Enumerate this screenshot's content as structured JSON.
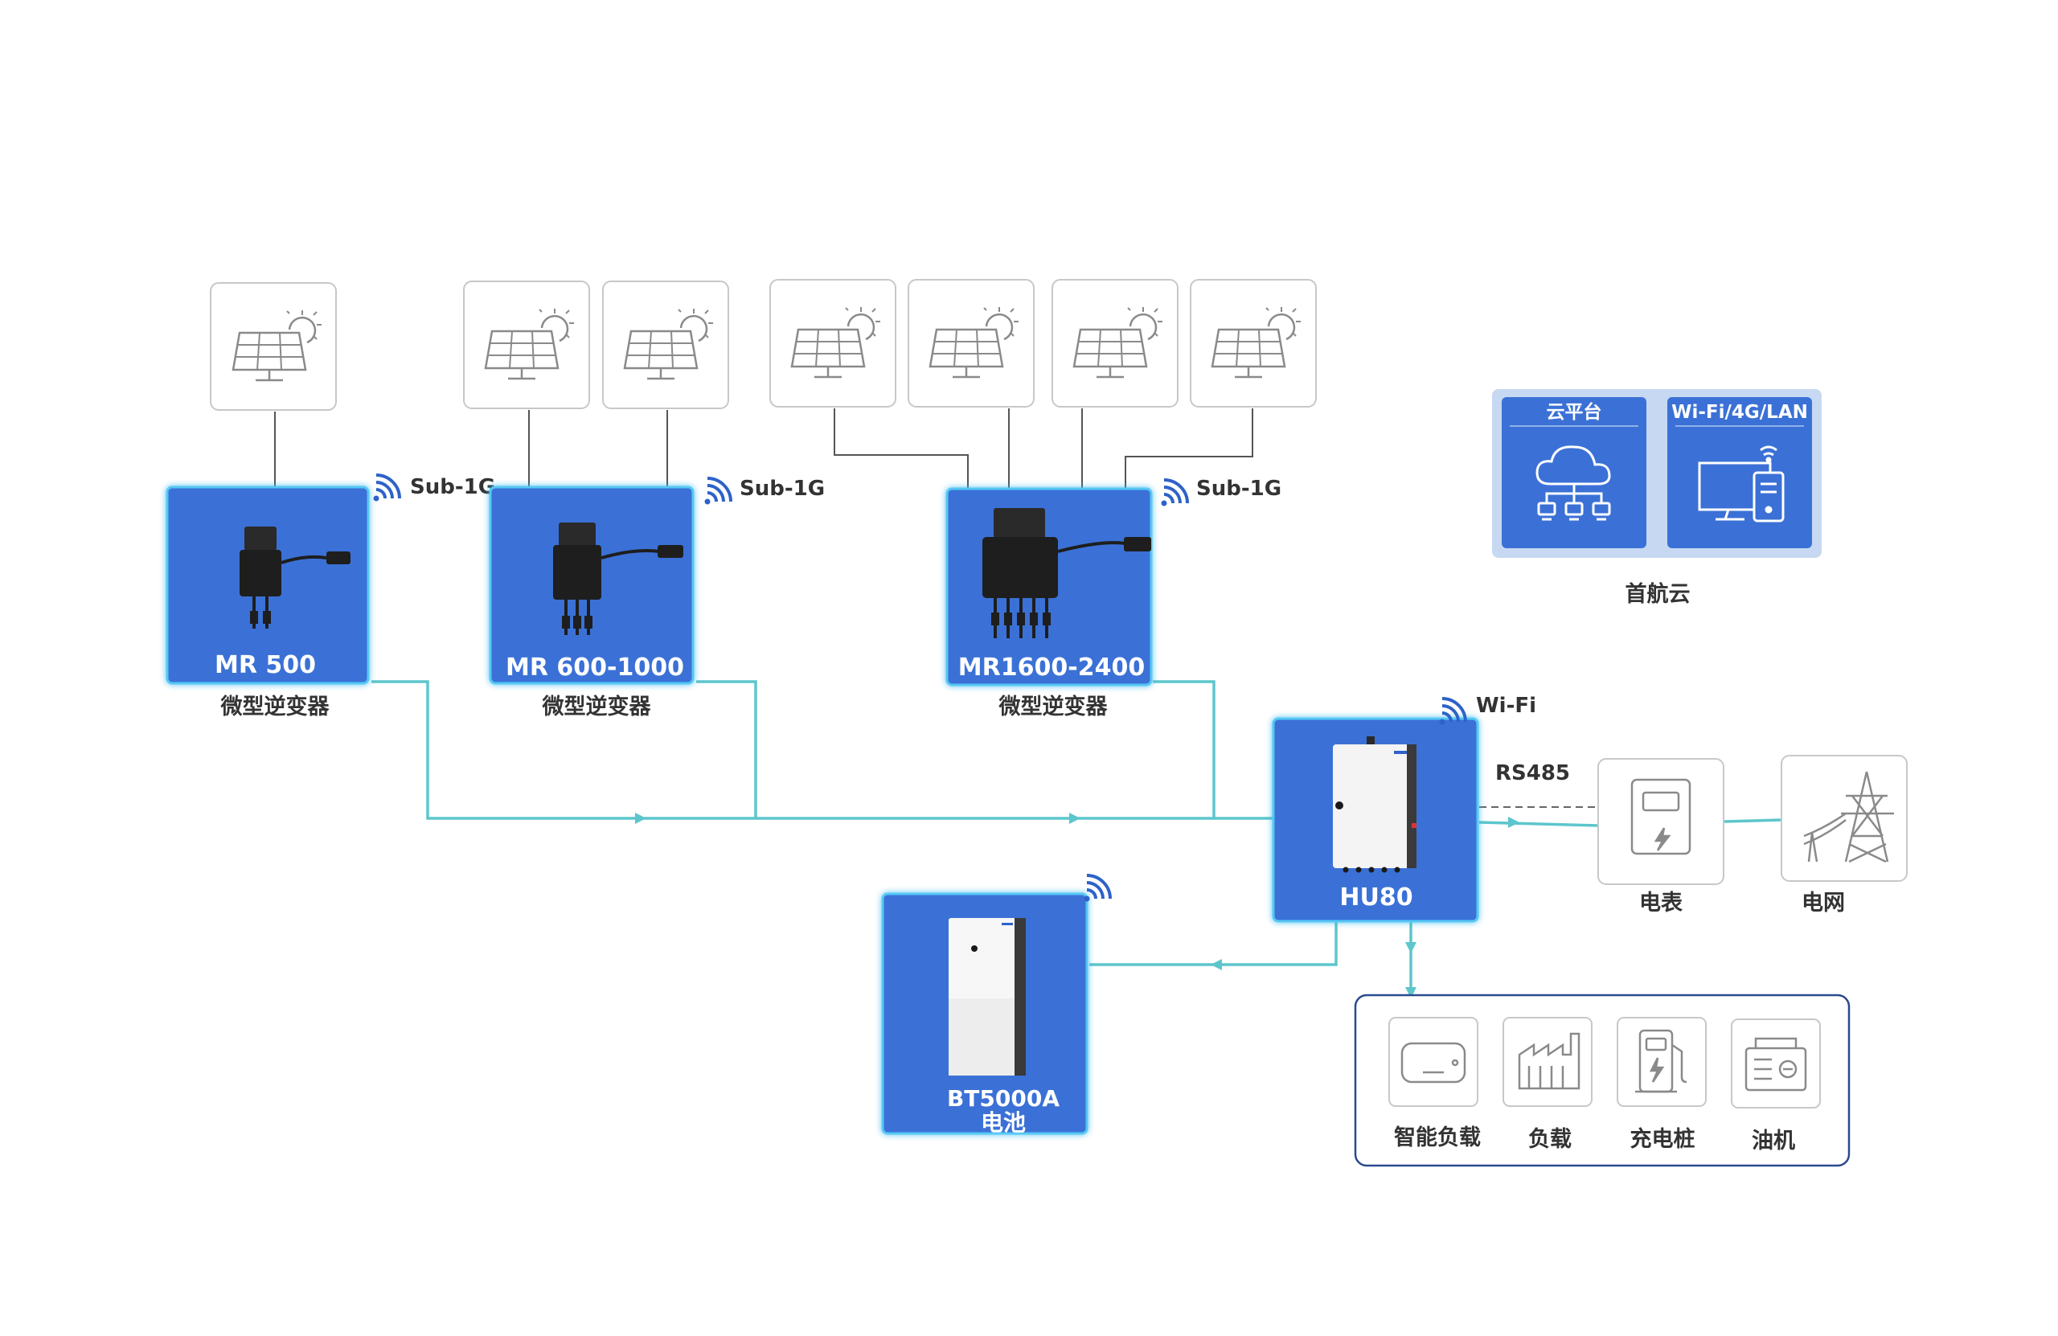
{
  "colors": {
    "device_blue": "#3b71d6",
    "device_glow": "#39b8ee",
    "line_teal": "#5cc6cc",
    "panel_border": "#c8c8c8",
    "label_dark": "#333333",
    "load_frame": "#2a4a8c",
    "cloud_bg": "#c7d8f2"
  },
  "inverters": [
    {
      "model": "MR 500",
      "caption": "微型逆变器",
      "signal": "Sub-1G"
    },
    {
      "model": "MR 600-1000",
      "caption": "微型逆变器",
      "signal": "Sub-1G"
    },
    {
      "model": "MR1600-2400",
      "caption": "微型逆变器",
      "signal": "Sub-1G"
    }
  ],
  "hub": {
    "model": "HU80",
    "signal": "Wi-Fi",
    "link_label": "RS485"
  },
  "battery": {
    "model": "BT5000A",
    "caption": "电池"
  },
  "meter": {
    "caption": "电表"
  },
  "grid": {
    "caption": "电网"
  },
  "cloud": {
    "platform_label": "云平台",
    "network_label": "Wi-Fi/4G/LAN",
    "caption": "首航云"
  },
  "loads": [
    {
      "caption": "智能负载",
      "icon": "water-heater-icon"
    },
    {
      "caption": "负载",
      "icon": "factory-icon"
    },
    {
      "caption": "充电桩",
      "icon": "charging-pile-icon"
    },
    {
      "caption": "油机",
      "icon": "generator-icon"
    }
  ],
  "icons": {
    "solar": "solar-panel-icon",
    "wireless": "wireless-signal-icon",
    "cloud": "cloud-network-icon",
    "computer": "computer-icon",
    "meter": "meter-icon",
    "tower": "power-tower-icon"
  }
}
